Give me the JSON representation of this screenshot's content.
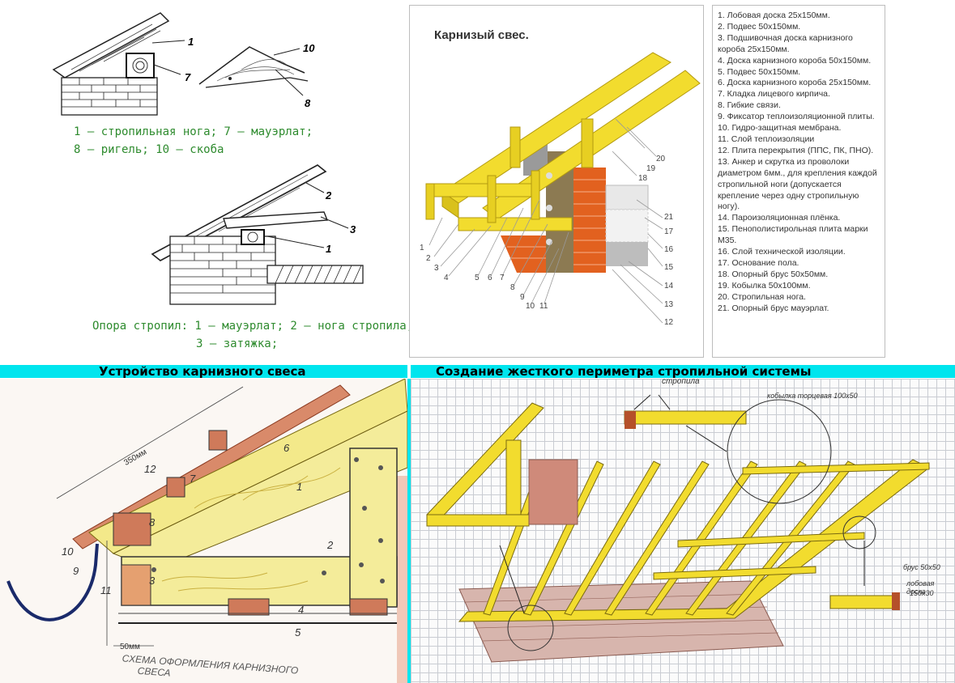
{
  "top_left": {
    "fig1": {
      "callouts": [
        "1",
        "7",
        "10",
        "8"
      ],
      "caption_line1": "1 — стропильная нога;  7 — мауэрлат;",
      "caption_line2": "8 — ригель;  10 — скоба"
    },
    "fig2": {
      "callouts": [
        "2",
        "3",
        "1"
      ],
      "caption_line1": "Опора стропил: 1 — мауэрлат; 2 — нога стропила;",
      "caption_line2": "3 — затяжка;"
    }
  },
  "cornice": {
    "title": "Карнизый свес.",
    "numbers_left": [
      "1",
      "2",
      "3",
      "4",
      "5",
      "6",
      "7",
      "8",
      "9",
      "10",
      "11"
    ],
    "numbers_right": [
      "20",
      "19",
      "18",
      "21",
      "17",
      "16",
      "15",
      "14",
      "13",
      "12"
    ],
    "legend": [
      "1. Лобовая доска 25х150мм.",
      "2. Подвес 50х150мм.",
      "3. Подшивочная доска карнизного короба 25х150мм.",
      "4. Доска карнизного короба 50х150мм.",
      "5. Подвес 50х150мм.",
      "6. Доска карнизного короба 25х150мм.",
      "7. Кладка лицевого кирпича.",
      "8. Гибкие связи.",
      "9. Фиксатор теплоизоляционной плиты.",
      "10. Гидро-защитная мембрана.",
      "11. Слой теплоизоляции",
      "12. Плита перекрытия (ППС, ПК, ПНО).",
      "13. Анкер и скрутка из проволоки диаметром 6мм., для крепления каждой стропильной ноги (допускается крепление через одну стропильную ногу).",
      "14. Пароизоляционная плёнка.",
      "15. Пенополистирольная плита марки М35.",
      "16. Слой технической изоляции.",
      "17. Основание пола.",
      "18. Опорный брус 50х50мм.",
      "19. Кобылка 50х100мм.",
      "20. Стропильная нога.",
      "21. Опорный брус мауэрлат."
    ]
  },
  "bottom_left": {
    "heading": "Устройство карнизного свеса",
    "dimension_350": "350мм",
    "dimension_50": "50мм",
    "labels": [
      "12",
      "7",
      "6",
      "1",
      "8",
      "10",
      "9",
      "3",
      "11",
      "2",
      "4",
      "5"
    ],
    "scheme_caption_line1": "СХЕМА ОФОРМЛЕНИЯ КАРНИЗНОГО",
    "scheme_caption_line2": "СВЕСА"
  },
  "bottom_right": {
    "heading": "Создание жесткого периметра стропильной системы",
    "note_rafter": "стропила",
    "note_kobylka": "кобылка торцевая 100х50",
    "note_brus": "брус 50х50",
    "note_lobovaya": "лобовая доска",
    "note_lobovaya_size": "150х30"
  },
  "colors": {
    "caption_green": "#2e8b2e",
    "band_cyan": "#00e5ee",
    "timber_yellow": "#f2dc2e",
    "brick_orange": "#e2611f",
    "outline_dark": "#3b3b3b"
  }
}
